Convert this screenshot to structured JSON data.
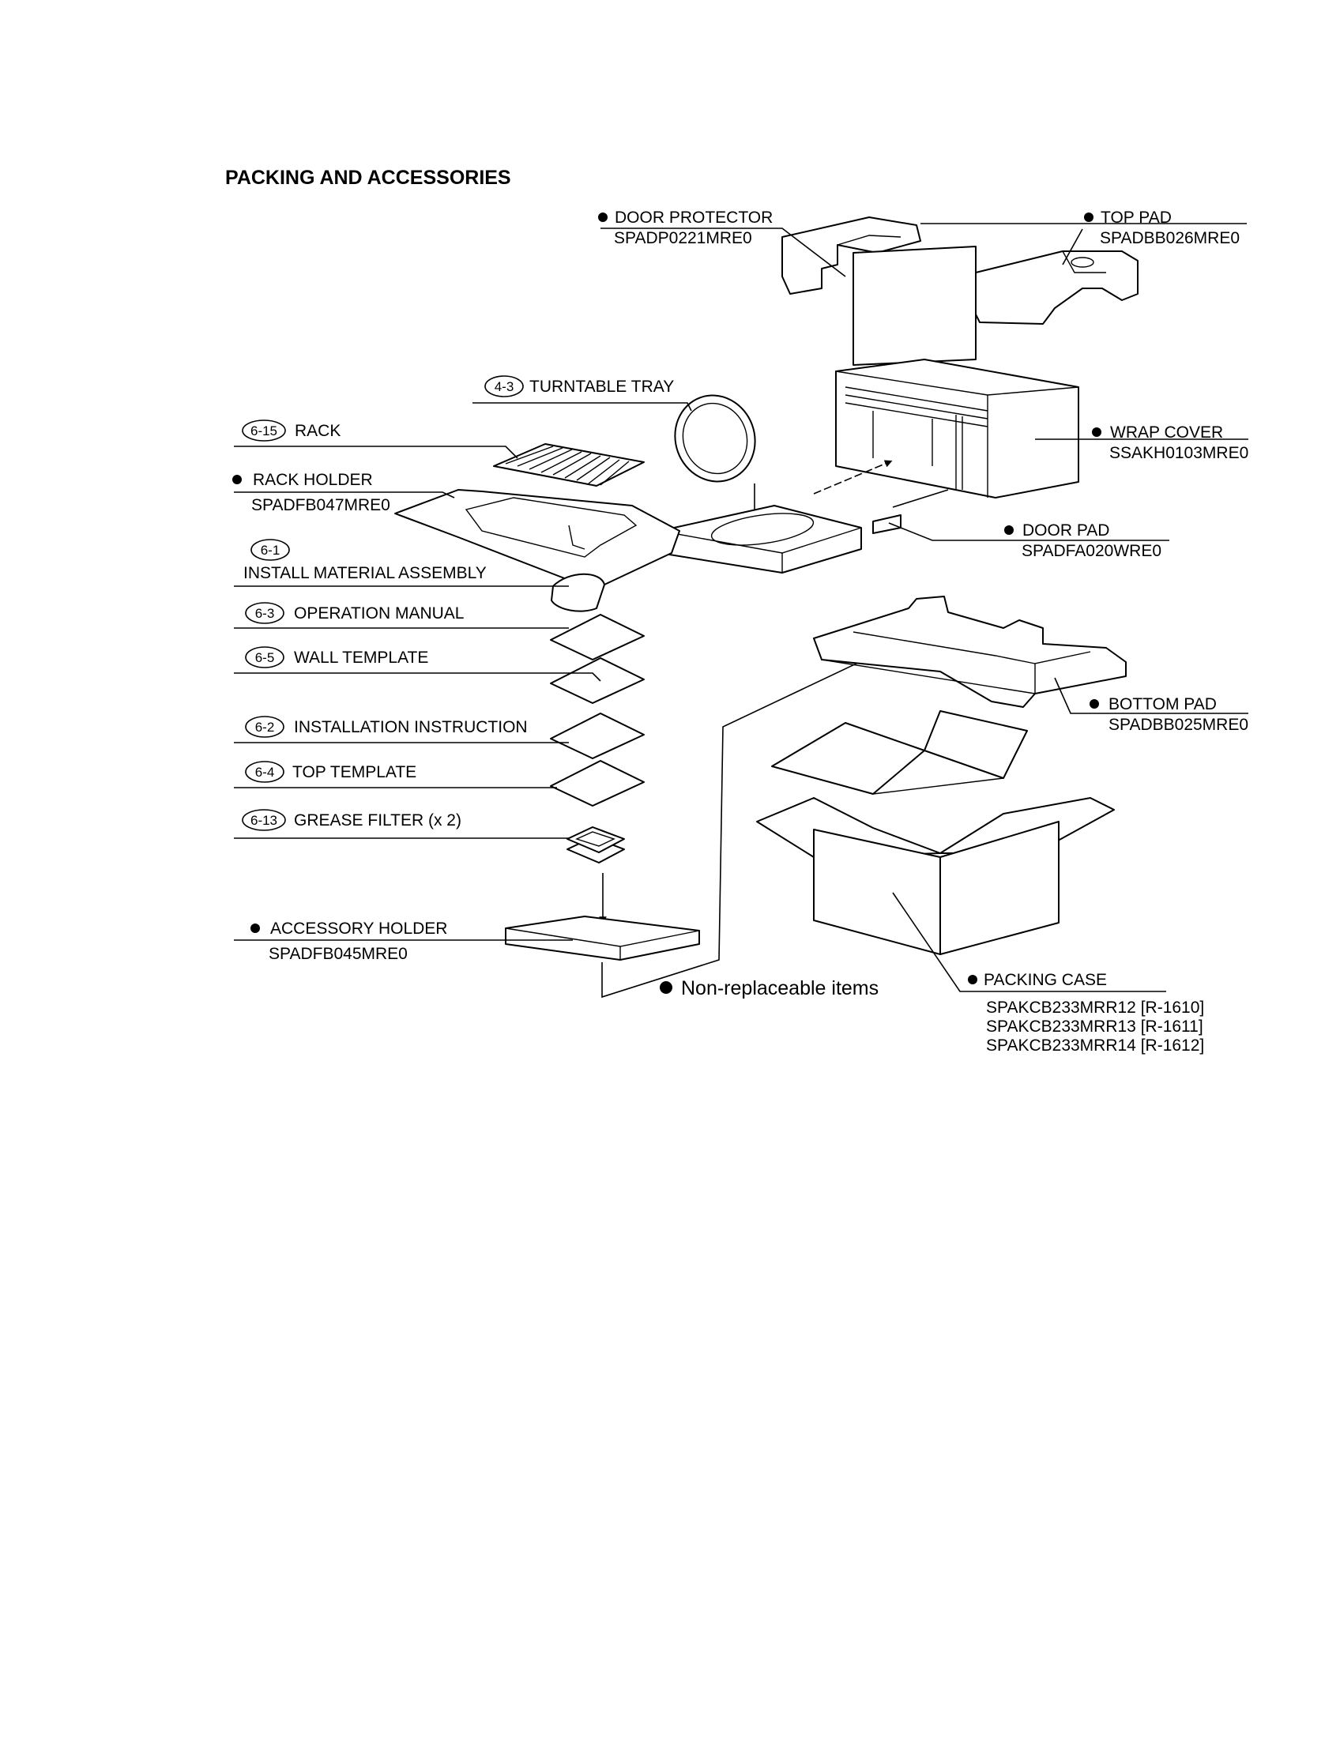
{
  "title": "PACKING AND ACCESSORIES",
  "labels": {
    "door_protector": {
      "name": "DOOR PROTECTOR",
      "code": "SPADP0221MRE0"
    },
    "top_pad": {
      "name": "TOP PAD",
      "code": "SPADBB026MRE0"
    },
    "turntable_tray": {
      "ref": "4-3",
      "name": "TURNTABLE TRAY"
    },
    "rack": {
      "ref": "6-15",
      "name": "RACK"
    },
    "rack_holder": {
      "name": "RACK HOLDER",
      "code": "SPADFB047MRE0"
    },
    "wrap_cover": {
      "name": "WRAP COVER",
      "code": "SSAKH0103MRE0"
    },
    "door_pad": {
      "name": "DOOR PAD",
      "code": "SPADFA020WRE0"
    },
    "install_material": {
      "ref": "6-1",
      "name": "INSTALL MATERIAL ASSEMBLY"
    },
    "operation_manual": {
      "ref": "6-3",
      "name": "OPERATION MANUAL"
    },
    "wall_template": {
      "ref": "6-5",
      "name": "WALL TEMPLATE"
    },
    "installation_instruction": {
      "ref": "6-2",
      "name": "INSTALLATION INSTRUCTION"
    },
    "top_template": {
      "ref": "6-4",
      "name": "TOP TEMPLATE"
    },
    "grease_filter": {
      "ref": "6-13",
      "name": "GREASE FILTER (x 2)"
    },
    "bottom_pad": {
      "name": "BOTTOM PAD",
      "code": "SPADBB025MRE0"
    },
    "accessory_holder": {
      "name": "ACCESSORY HOLDER",
      "code": "SPADFB045MRE0"
    },
    "packing_case": {
      "name": "PACKING CASE",
      "codes": [
        "SPAKCB233MRR12 [R-1610]",
        "SPAKCB233MRR13 [R-1611]",
        "SPAKCB233MRR14 [R-1612]"
      ]
    }
  },
  "legend": "Non-replaceable items"
}
